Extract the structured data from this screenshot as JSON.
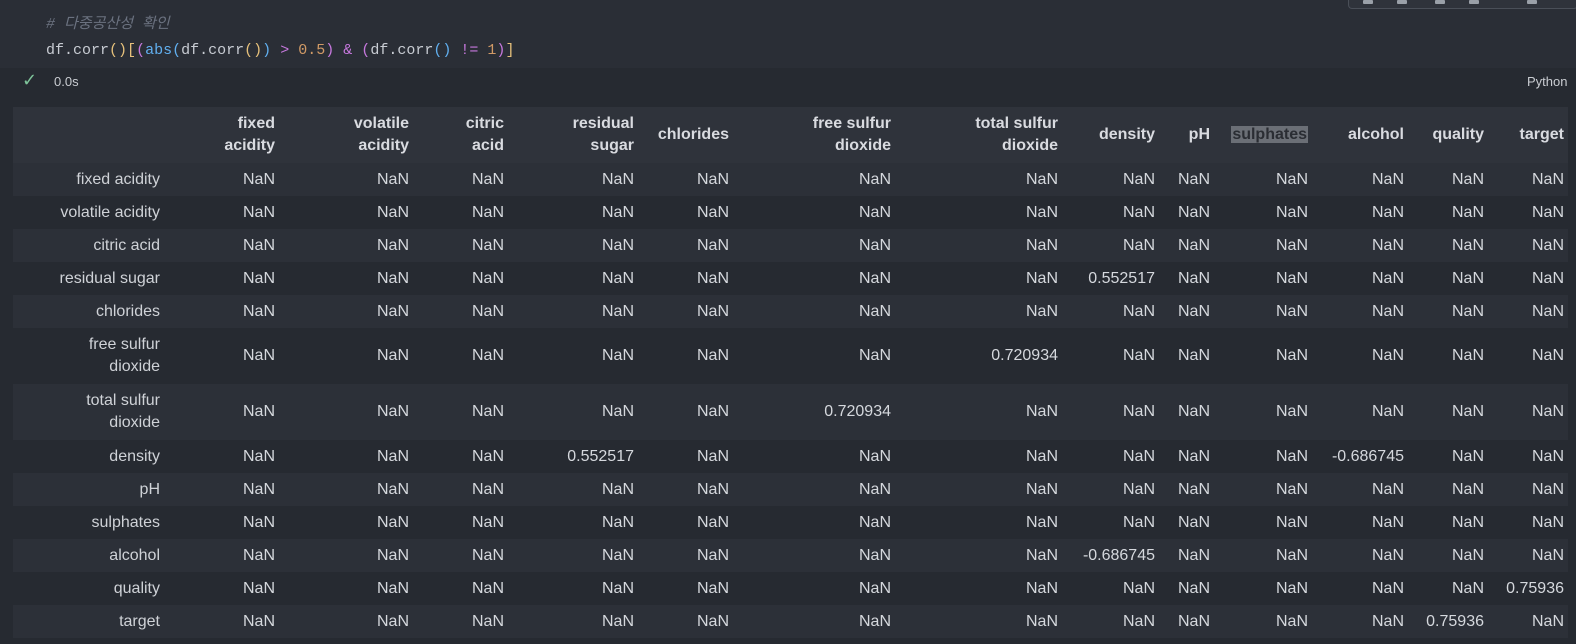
{
  "code": {
    "comment": "# 다중공산성 확인",
    "line": "df.corr()[(abs(df.corr()) > 0.5) & (df.corr() != 1)]"
  },
  "status": {
    "check_icon": "check-icon",
    "exec_time": "0.0s",
    "kernel": "Python"
  },
  "colors": {
    "background": "#262a31",
    "check": "#7ec49a",
    "highlight": "#6b6f76"
  },
  "table": {
    "columns": [
      "fixed acidity",
      "volatile acidity",
      "citric acid",
      "residual sugar",
      "chlorides",
      "free sulfur dioxide",
      "total sulfur dioxide",
      "density",
      "pH",
      "sulphates",
      "alcohol",
      "quality",
      "target"
    ],
    "highlighted_column": "sulphates",
    "rows": [
      {
        "label": "fixed acidity",
        "cells": [
          "NaN",
          "NaN",
          "NaN",
          "NaN",
          "NaN",
          "NaN",
          "NaN",
          "NaN",
          "NaN",
          "NaN",
          "NaN",
          "NaN",
          "NaN"
        ]
      },
      {
        "label": "volatile acidity",
        "cells": [
          "NaN",
          "NaN",
          "NaN",
          "NaN",
          "NaN",
          "NaN",
          "NaN",
          "NaN",
          "NaN",
          "NaN",
          "NaN",
          "NaN",
          "NaN"
        ]
      },
      {
        "label": "citric acid",
        "cells": [
          "NaN",
          "NaN",
          "NaN",
          "NaN",
          "NaN",
          "NaN",
          "NaN",
          "NaN",
          "NaN",
          "NaN",
          "NaN",
          "NaN",
          "NaN"
        ]
      },
      {
        "label": "residual sugar",
        "cells": [
          "NaN",
          "NaN",
          "NaN",
          "NaN",
          "NaN",
          "NaN",
          "NaN",
          "0.552517",
          "NaN",
          "NaN",
          "NaN",
          "NaN",
          "NaN"
        ]
      },
      {
        "label": "chlorides",
        "cells": [
          "NaN",
          "NaN",
          "NaN",
          "NaN",
          "NaN",
          "NaN",
          "NaN",
          "NaN",
          "NaN",
          "NaN",
          "NaN",
          "NaN",
          "NaN"
        ]
      },
      {
        "label": "free sulfur dioxide",
        "cells": [
          "NaN",
          "NaN",
          "NaN",
          "NaN",
          "NaN",
          "NaN",
          "0.720934",
          "NaN",
          "NaN",
          "NaN",
          "NaN",
          "NaN",
          "NaN"
        ]
      },
      {
        "label": "total sulfur dioxide",
        "cells": [
          "NaN",
          "NaN",
          "NaN",
          "NaN",
          "NaN",
          "0.720934",
          "NaN",
          "NaN",
          "NaN",
          "NaN",
          "NaN",
          "NaN",
          "NaN"
        ]
      },
      {
        "label": "density",
        "cells": [
          "NaN",
          "NaN",
          "NaN",
          "0.552517",
          "NaN",
          "NaN",
          "NaN",
          "NaN",
          "NaN",
          "NaN",
          "-0.686745",
          "NaN",
          "NaN"
        ]
      },
      {
        "label": "pH",
        "cells": [
          "NaN",
          "NaN",
          "NaN",
          "NaN",
          "NaN",
          "NaN",
          "NaN",
          "NaN",
          "NaN",
          "NaN",
          "NaN",
          "NaN",
          "NaN"
        ]
      },
      {
        "label": "sulphates",
        "cells": [
          "NaN",
          "NaN",
          "NaN",
          "NaN",
          "NaN",
          "NaN",
          "NaN",
          "NaN",
          "NaN",
          "NaN",
          "NaN",
          "NaN",
          "NaN"
        ]
      },
      {
        "label": "alcohol",
        "cells": [
          "NaN",
          "NaN",
          "NaN",
          "NaN",
          "NaN",
          "NaN",
          "NaN",
          "-0.686745",
          "NaN",
          "NaN",
          "NaN",
          "NaN",
          "NaN"
        ]
      },
      {
        "label": "quality",
        "cells": [
          "NaN",
          "NaN",
          "NaN",
          "NaN",
          "NaN",
          "NaN",
          "NaN",
          "NaN",
          "NaN",
          "NaN",
          "NaN",
          "NaN",
          "0.75936"
        ]
      },
      {
        "label": "target",
        "cells": [
          "NaN",
          "NaN",
          "NaN",
          "NaN",
          "NaN",
          "NaN",
          "NaN",
          "NaN",
          "NaN",
          "NaN",
          "NaN",
          "0.75936",
          "NaN"
        ]
      }
    ]
  }
}
